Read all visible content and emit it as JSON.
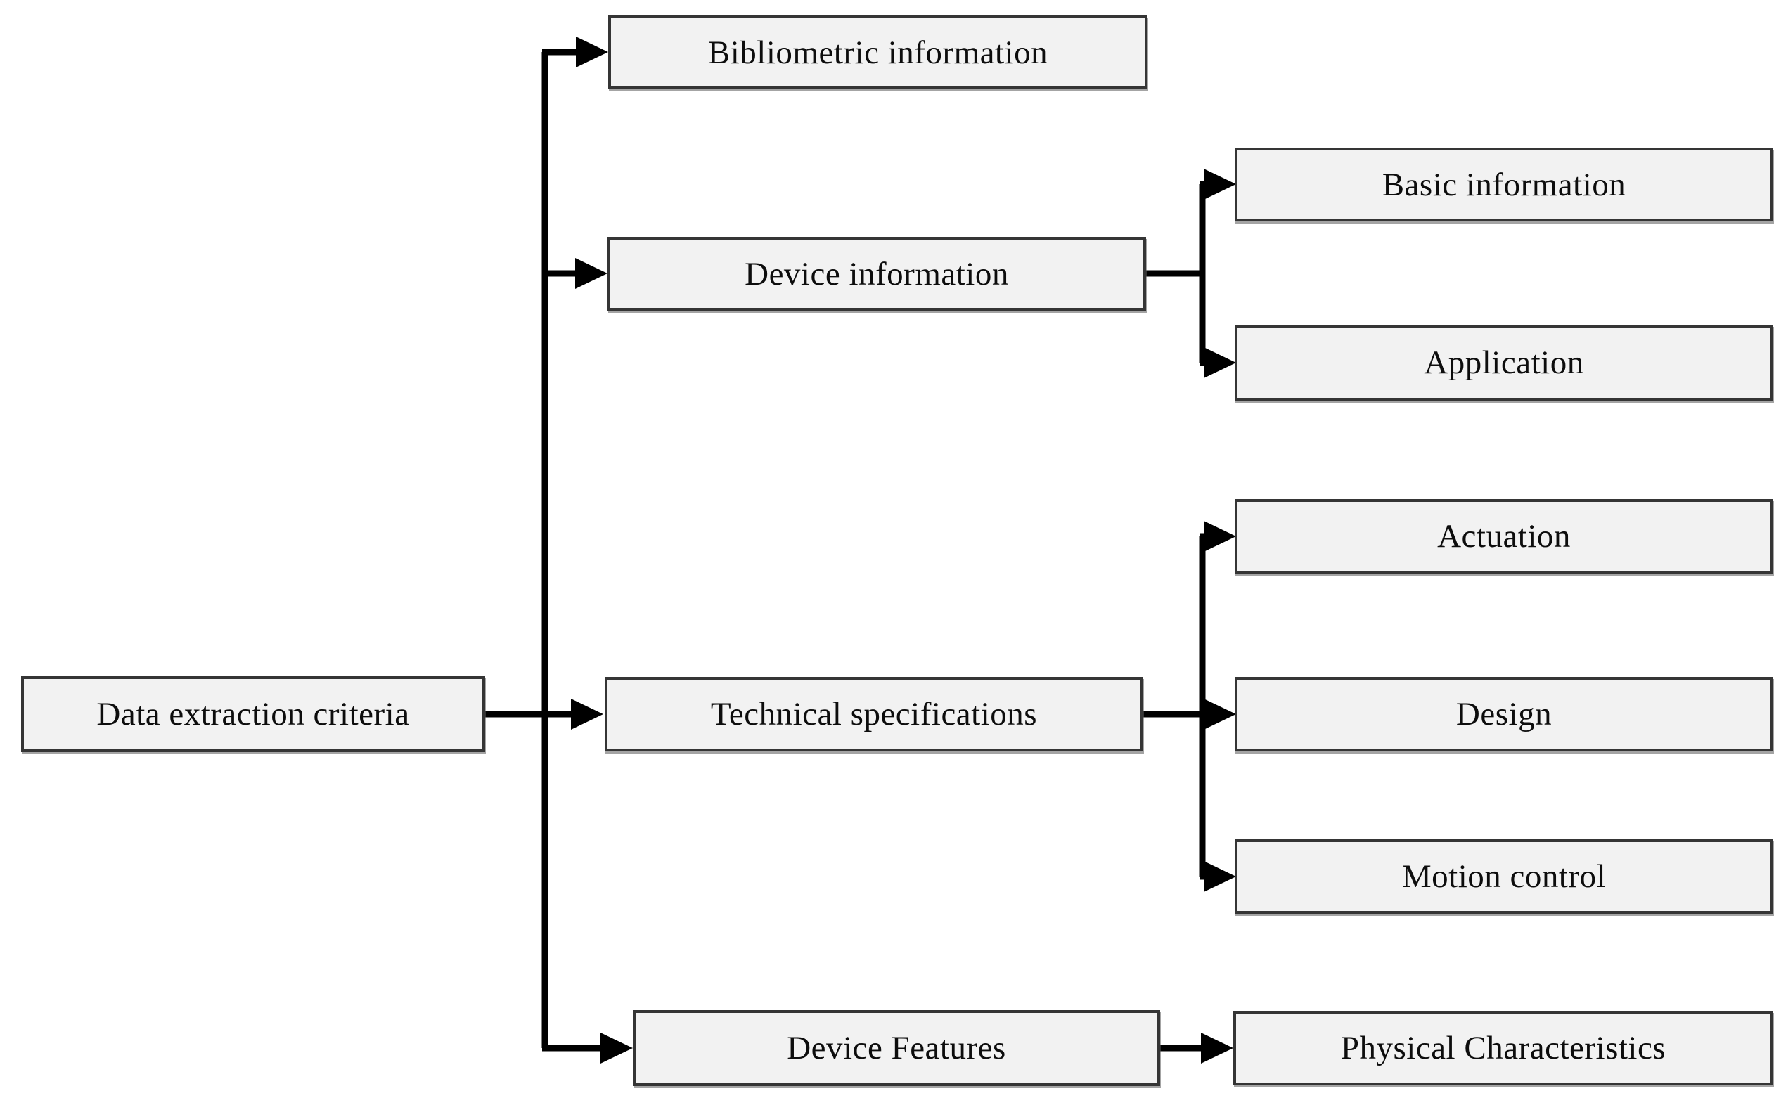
{
  "diagram": {
    "root": {
      "label": "Data extraction criteria"
    },
    "level1": [
      {
        "id": "bibliometric-information",
        "label": "Bibliometric information",
        "children": []
      },
      {
        "id": "device-information",
        "label": "Device information",
        "children": [
          "Basic information",
          "Application"
        ]
      },
      {
        "id": "technical-specifications",
        "label": "Technical specifications",
        "children": [
          "Actuation",
          "Design",
          "Motion control"
        ]
      },
      {
        "id": "device-features",
        "label": "Device Features",
        "children": [
          "Physical Characteristics"
        ]
      }
    ],
    "colors": {
      "background": "#ffffff",
      "box_fill": "#f2f2f2",
      "box_border": "#353535",
      "line": "#000000",
      "text": "#0d0d0d"
    }
  }
}
